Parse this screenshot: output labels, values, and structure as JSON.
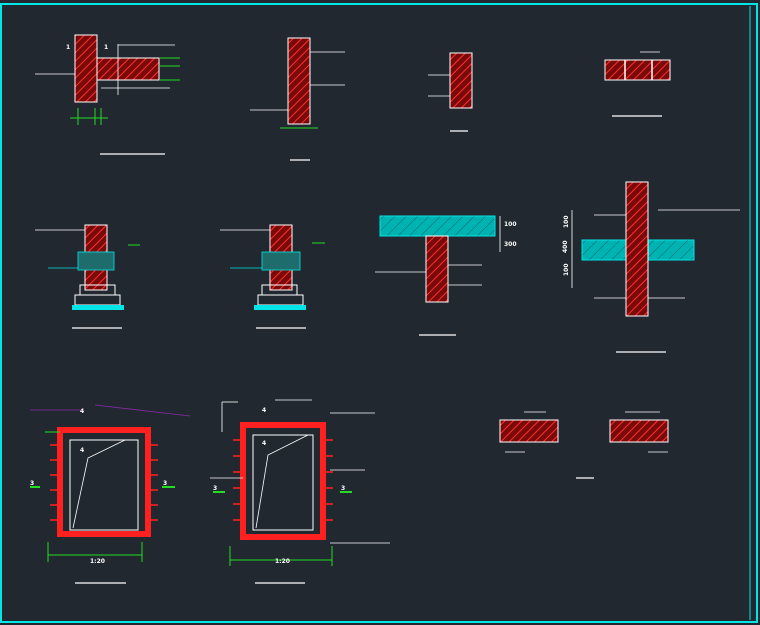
{
  "colors": {
    "background": "#212830",
    "frame": "#00e5e5",
    "wall_outline": "#ffffff",
    "wall_hatch": "#cc1111",
    "rebar": "#ff2020",
    "dimension": "#22dd22",
    "slab_fill": "#00b3b3",
    "leader": "#ffffff",
    "accent": "#8a2aa8"
  },
  "labels": {
    "section_1": "1",
    "section_3": "3",
    "section_4": "4",
    "plan_a_caption": "1:20",
    "plan_b_caption": "1:20",
    "dim_slab_top": "100",
    "dim_slab_mid": "300",
    "dim_upper": "100",
    "dim_center": "400",
    "dim_lower": "100"
  },
  "icons": {
    "section_marker": "section-marker-icon",
    "break_line": "break-line-icon"
  }
}
